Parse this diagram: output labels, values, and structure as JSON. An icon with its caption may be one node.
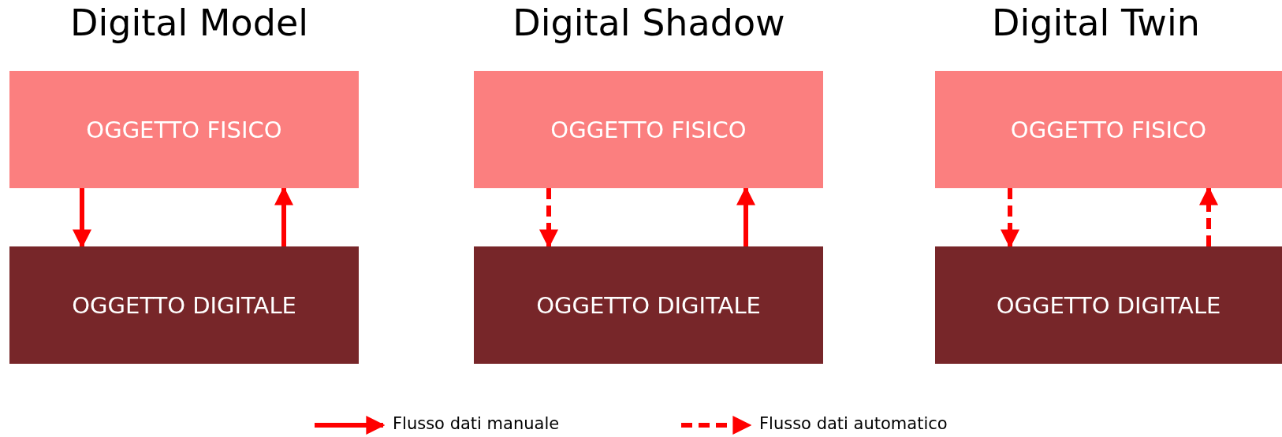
{
  "diagram": {
    "nodes": [
      {
        "text": [
          "OGGETTO FISICO"
        ]
      },
      {
        "text": [
          "OGGETTO DIGITALE"
        ]
      },
      {
        "text": [
          "OGGETTO FISICO"
        ]
      },
      {
        "text": [
          "OGGETTO DIGITALE"
        ]
      },
      {
        "text": [
          "OGGETTO FISICO"
        ]
      },
      {
        "text": [
          "OGGETTO DIGITALE"
        ]
      }
    ],
    "edges": [
      {
        "from": 0,
        "to": 1,
        "arrow": "to"
      },
      {
        "from": 1,
        "to": 0,
        "arrow": "to"
      },
      {
        "from": 2,
        "to": 3,
        "arrow": "to",
        "style": "dashed"
      },
      {
        "from": 3,
        "to": 2,
        "arrow": "to"
      },
      {
        "from": 4,
        "to": 5,
        "arrow": "to",
        "style": "dashed"
      },
      {
        "from": 5,
        "to": 4,
        "arrow": "to",
        "style": "dashed"
      }
    ],
    "labels": [
      "Digital Model",
      "Digital Shadow",
      "Digital Twin"
    ],
    "legend": [
      {
        "text": "Flusso dati manuale"
      },
      {
        "text": "Flusso dati automatico"
      }
    ]
  }
}
